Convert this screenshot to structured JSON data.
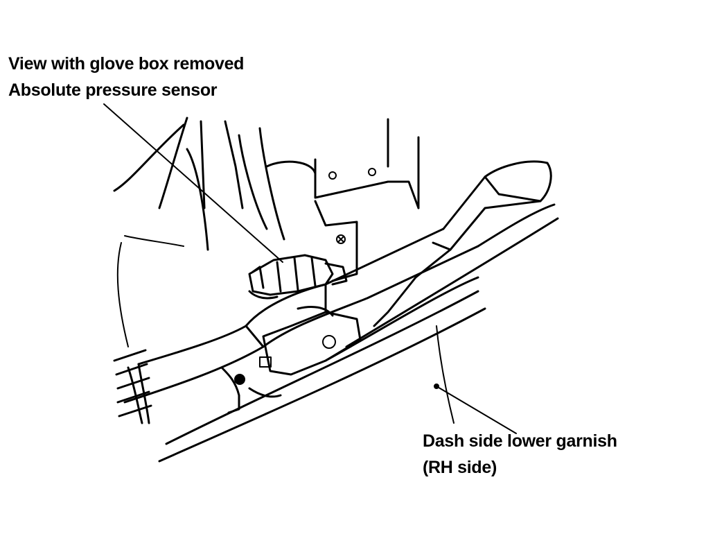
{
  "labels": {
    "view_title": "View with glove box removed",
    "sensor": "Absolute pressure sensor",
    "garnish_line1": "Dash side lower garnish",
    "garnish_line2": "(RH side)"
  }
}
